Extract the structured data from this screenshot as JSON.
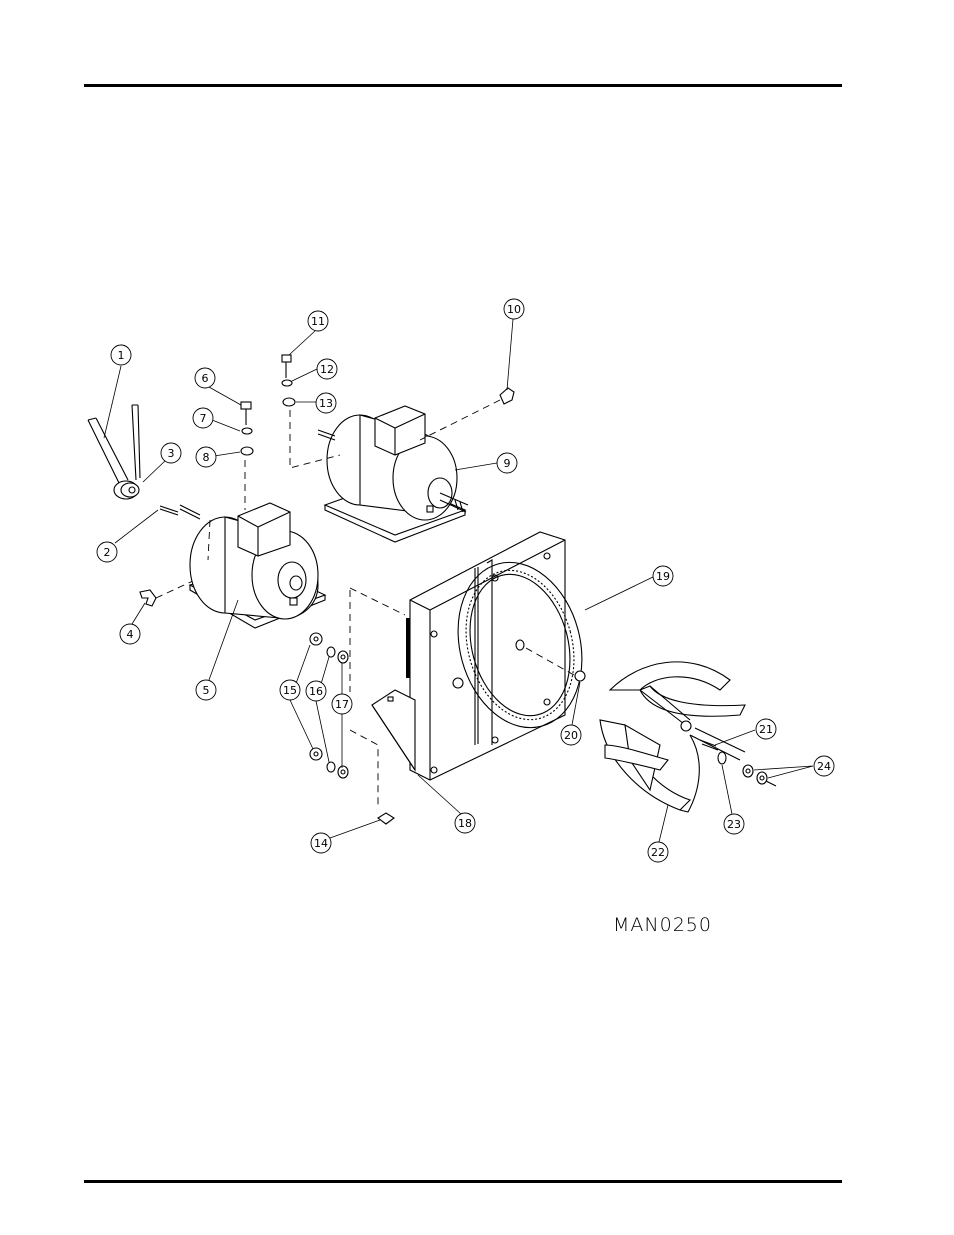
{
  "drawing_code": "MAN0250",
  "callouts": [
    "1",
    "2",
    "3",
    "4",
    "5",
    "6",
    "7",
    "8",
    "9",
    "10",
    "11",
    "12",
    "13",
    "14",
    "15",
    "16",
    "17",
    "18",
    "19",
    "20",
    "21",
    "22",
    "23",
    "24"
  ]
}
